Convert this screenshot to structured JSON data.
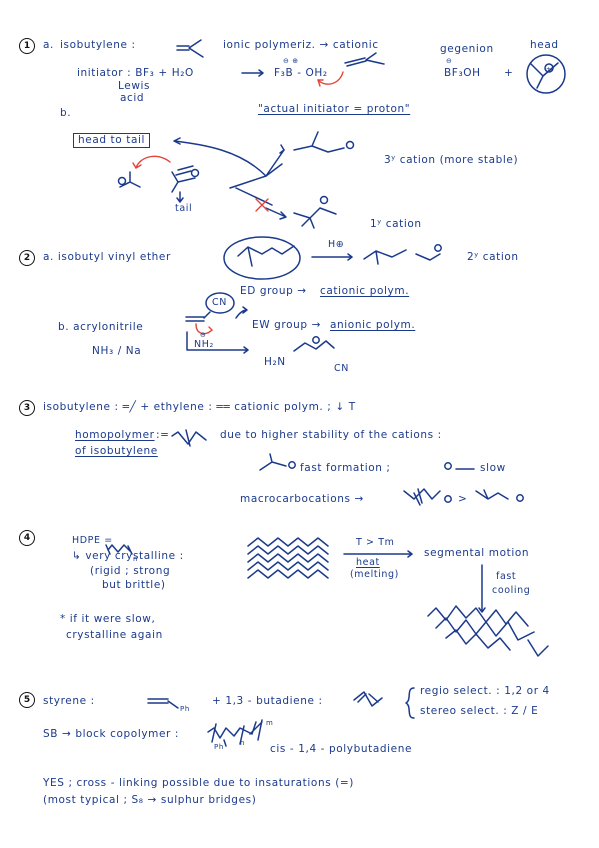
{
  "s1": {
    "num": "1",
    "a": "a.",
    "isobutylene": "isobutylene :",
    "ionic": "ionic polymeriz. → cationic",
    "gegenion": "gegenion",
    "head": "head",
    "initiator": "initiator : BF₃ + H₂O",
    "lewis1": "Lewis",
    "lewis2": "acid",
    "f3b": "F₃B - OH₂",
    "f3b_charges": "⊖   ⊕",
    "bf3oh": "BF₃OH",
    "bf3oh_charge": "⊖",
    "plus": "+",
    "b": "b.",
    "actual": "\"actual initiator = proton\"",
    "headtotail": "head to tail",
    "tail": "tail",
    "cation3": "3ʸ cation (more stable)",
    "cation1": "1ʸ cation"
  },
  "s2": {
    "num": "2",
    "a": "a. isobutyl vinyl ether",
    "hplus": "H⊕",
    "cation2": "2ʸ cation",
    "ed": "ED group →",
    "cationic_polym": "cationic polym.",
    "b": "b. acrylonitrile",
    "cn": "CN",
    "ew": "EW group →",
    "anionic_polym": "anionic polym.",
    "nh3": "NH₃ / Na",
    "nh2": "NH₂",
    "nh2_charge": "⊖",
    "h2n": "H₂N",
    "cn2": "CN"
  },
  "s3": {
    "num": "3",
    "line1": "isobutylene :  ═╱      +  ethylene :  ══          cationic polym. ; ↓ T",
    "homopolymer": "homopolymer",
    "of_iso": "of isobutylene",
    "defeq": ":=",
    "due": "due to higher stability of the cations :",
    "fast": "fast formation ;",
    "slow": "slow",
    "macro": "macrocarbocations →",
    "gt": ">"
  },
  "s4": {
    "num": "4",
    "hdpe": "HDPE =",
    "n": "n",
    "very": "↳ very crystalline :",
    "rigid": "(rigid ; strong",
    "brittle": "but brittle)",
    "ttm": "T > Tm",
    "heat": "heat",
    "melting": "(melting)",
    "segmental": "segmental motion",
    "fast": "fast",
    "cooling": "cooling",
    "star": "*",
    "slow1": "* if it were slow,",
    "slow2": "crystalline again"
  },
  "s5": {
    "num": "5",
    "styrene": "styrene :",
    "ph": "Ph",
    "butadiene": "+ 1,3 - butadiene :",
    "regio": "regio select. : 1,2 or 4",
    "stereo": "stereo select. : Z / E",
    "sb": "SB → block copolymer :",
    "ph2": "Ph",
    "n": "n",
    "m": "m",
    "cis": "cis - 1,4 - polybutadiene",
    "yes": "YES ; cross - linking possible due to insaturations (=)",
    "most": "(most typical ; S₈ → sulphur bridges)"
  }
}
